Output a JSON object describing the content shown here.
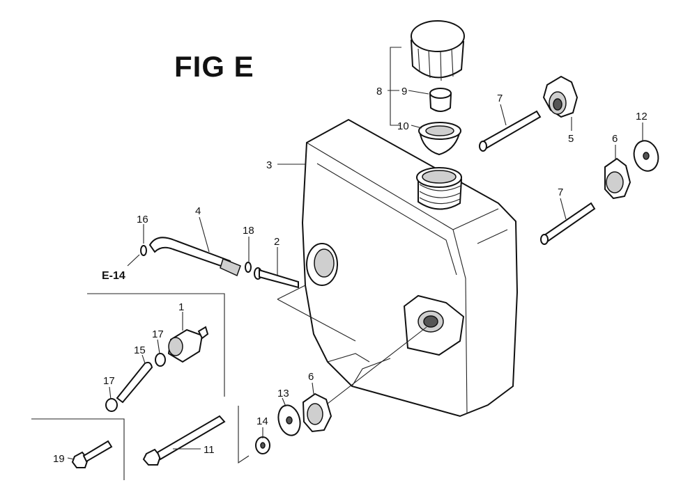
{
  "title": "FIG E",
  "reference": "E-14",
  "callouts": [
    "1",
    "2",
    "3",
    "4",
    "5",
    "6",
    "6",
    "7",
    "7",
    "8",
    "9",
    "10",
    "11",
    "12",
    "13",
    "14",
    "15",
    "16",
    "17",
    "17",
    "18",
    "19"
  ]
}
